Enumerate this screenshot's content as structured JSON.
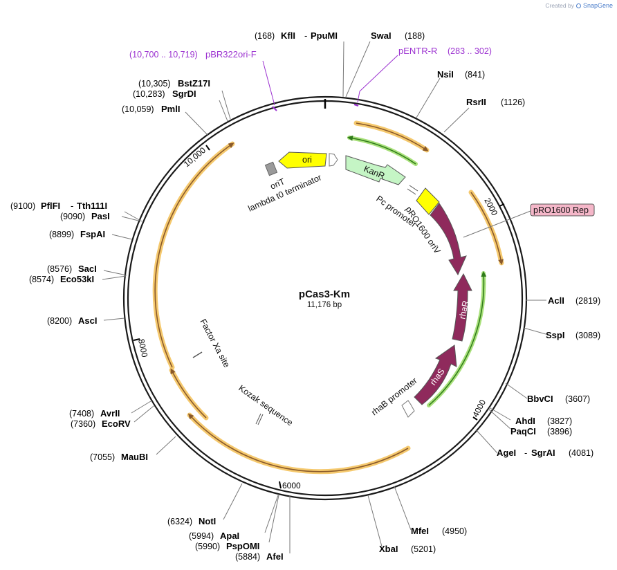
{
  "credit": {
    "text": "Created by",
    "brand": "SnapGene"
  },
  "plasmid": {
    "name": "pCas3-Km",
    "length": "11,176 bp"
  },
  "ticks": [
    "2000",
    "4000",
    "6000",
    "8000",
    "10,000"
  ],
  "sites": {
    "kfli": {
      "pos": "(168)",
      "name": "KflI",
      "name2": "PpuMI",
      "sep": "-"
    },
    "swai": {
      "name": "SwaI",
      "pos": "(188)"
    },
    "pbr322": {
      "pos": "(10,700 .. 10,719)",
      "name": "pBR322ori-F"
    },
    "pentr": {
      "name": "pENTR-R",
      "pos": "(283 .. 302)"
    },
    "nsii": {
      "name": "NsiI",
      "pos": "(841)"
    },
    "rsrii": {
      "name": "RsrII",
      "pos": "(1126)"
    },
    "bstz": {
      "pos": "(10,305)",
      "name": "BstZ17I"
    },
    "sgrdi": {
      "pos": "(10,283)",
      "name": "SgrDI"
    },
    "pmli": {
      "pos": "(10,059)",
      "name": "PmlI"
    },
    "pflfi": {
      "pos": "(9100)",
      "name": "PflFI",
      "sep": "-",
      "name2": "Tth111I"
    },
    "pasi": {
      "pos": "(9090)",
      "name": "PasI"
    },
    "fspai": {
      "pos": "(8899)",
      "name": "FspAI"
    },
    "saci": {
      "pos": "(8576)",
      "name": "SacI"
    },
    "eco53ki": {
      "pos": "(8574)",
      "name": "Eco53kI"
    },
    "asci": {
      "pos": "(8200)",
      "name": "AscI"
    },
    "avrii": {
      "pos": "(7408)",
      "name": "AvrII"
    },
    "ecorv": {
      "pos": "(7360)",
      "name": "EcoRV"
    },
    "maubi": {
      "pos": "(7055)",
      "name": "MauBI"
    },
    "noti": {
      "pos": "(6324)",
      "name": "NotI"
    },
    "apai": {
      "pos": "(5994)",
      "name": "ApaI"
    },
    "pspomi": {
      "pos": "(5990)",
      "name": "PspOMI"
    },
    "afei": {
      "pos": "(5884)",
      "name": "AfeI"
    },
    "xbai": {
      "name": "XbaI",
      "pos": "(5201)"
    },
    "mfei": {
      "name": "MfeI",
      "pos": "(4950)"
    },
    "agei": {
      "name": "AgeI",
      "sep": "-",
      "name2": "SgrAI",
      "pos": "(4081)"
    },
    "paqci": {
      "name": "PaqCI",
      "pos": "(3896)"
    },
    "ahdi": {
      "name": "AhdI",
      "pos": "(3827)"
    },
    "bbvci": {
      "name": "BbvCI",
      "pos": "(3607)"
    },
    "sspi": {
      "name": "SspI",
      "pos": "(3089)"
    },
    "acli": {
      "name": "AclI",
      "pos": "(2819)"
    }
  },
  "features": {
    "ori": "ori",
    "kanr": "KanR",
    "orit": "oriT",
    "lambda": "lambda t0 terminator",
    "pc": "Pc promoter",
    "pro_oriv": "pRO1600 oriV",
    "pro_rep": "pRO1600 Rep",
    "rhar": "rhaR",
    "rhas": "rhaS",
    "rhab": "rhaB promoter",
    "factorxa": "Factor Xa site",
    "kozak": "Kozak sequence"
  },
  "colors": {
    "backbone": "#1a1a1a",
    "orf_glow": "#f5c96e",
    "orf_line": "#8a5a2b",
    "green_glow": "#a8e07a",
    "green_line": "#2f7a1a",
    "ori": "#ffff00",
    "kanr": "#c5f5c5",
    "maroon": "#8f2a5c",
    "rep_box": "#f5b7c9",
    "primer": "#9b30d0"
  }
}
